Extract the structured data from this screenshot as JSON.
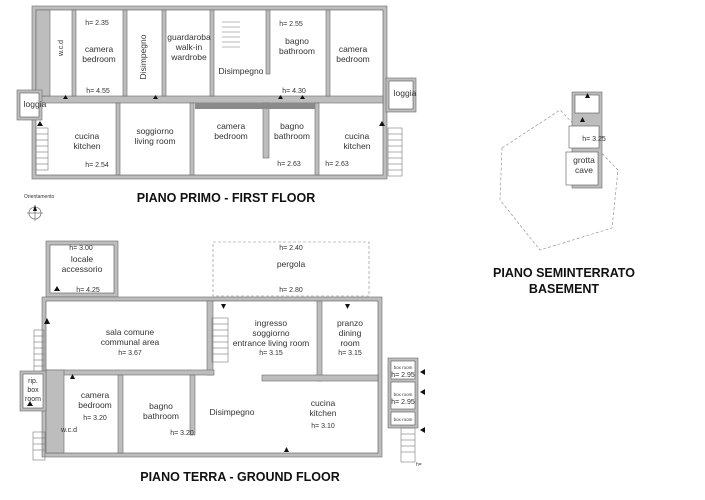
{
  "floors": {
    "first": {
      "title": "PIANO PRIMO - FIRST FLOOR",
      "rooms": {
        "wcd": "w.c.d",
        "camera_bedroom_1": [
          "camera",
          "bedroom"
        ],
        "h_235": "h= 2.35",
        "disimpegno_v": "Disimpegno",
        "guardaroba": [
          "guardaroba",
          "walk-in",
          "wardrobe"
        ],
        "h_255": "h= 2.55",
        "bagno_bathroom": [
          "bagno",
          "bathroom"
        ],
        "camera_bedroom_2": [
          "camera",
          "bedroom"
        ],
        "disimpegno": "Disimpegno",
        "h_455": "h= 4.55",
        "h_430": "h= 4.30",
        "loggia_left": "loggia",
        "loggia_right": "loggia",
        "cucina_left": [
          "cucina",
          "kitchen"
        ],
        "h_254": "h= 2.54",
        "soggiorno": [
          "soggiorno",
          "living room"
        ],
        "camera_bedroom_3": [
          "camera",
          "bedroom"
        ],
        "bagno_bathroom_2": [
          "bagno",
          "bathroom"
        ],
        "h_263a": "h= 2.63",
        "cucina_right": [
          "cucina",
          "kitchen"
        ],
        "h_263b": "h= 2.63"
      }
    },
    "orientation_label": "Orientamento",
    "basement": {
      "title": [
        "PIANO SEMINTERRATO",
        "BASEMENT"
      ],
      "h_325": "h= 3.25",
      "grotta": [
        "grotta",
        "cave"
      ]
    },
    "ground": {
      "title": "PIANO TERRA - GROUND FLOOR",
      "rooms": {
        "h_300": "h= 3.00",
        "locale": [
          "locale",
          "accessorio"
        ],
        "h_425": "h= 4.25",
        "h_240": "h= 2.40",
        "pergola": "pergola",
        "h_280": "h= 2.80",
        "sala": [
          "sala comune",
          "communal area",
          "h= 3.67"
        ],
        "ingresso": [
          "ingresso",
          "soggiorno",
          "entrance living room",
          "h= 3.15"
        ],
        "pranzo": [
          "pranzo",
          "dining",
          "room",
          "h= 3.15"
        ],
        "rip_box": [
          "rip.",
          "box",
          "room"
        ],
        "camera_bedroom": [
          "camera",
          "bedroom",
          "h= 3.20"
        ],
        "bagno_bathroom": [
          "bagno",
          "bathroom",
          "h= 3.20"
        ],
        "disimpegno": "Disimpegno",
        "cucina_kitchen": [
          "cucina",
          "kitchen",
          "h= 3.10"
        ],
        "wcd": "w.c.d",
        "box_a": "box room",
        "h_295": "h= 2.95",
        "box_b": "box room",
        "h_295b": "h= 2.95",
        "box_c": "box room",
        "h_edge": "h="
      }
    }
  }
}
